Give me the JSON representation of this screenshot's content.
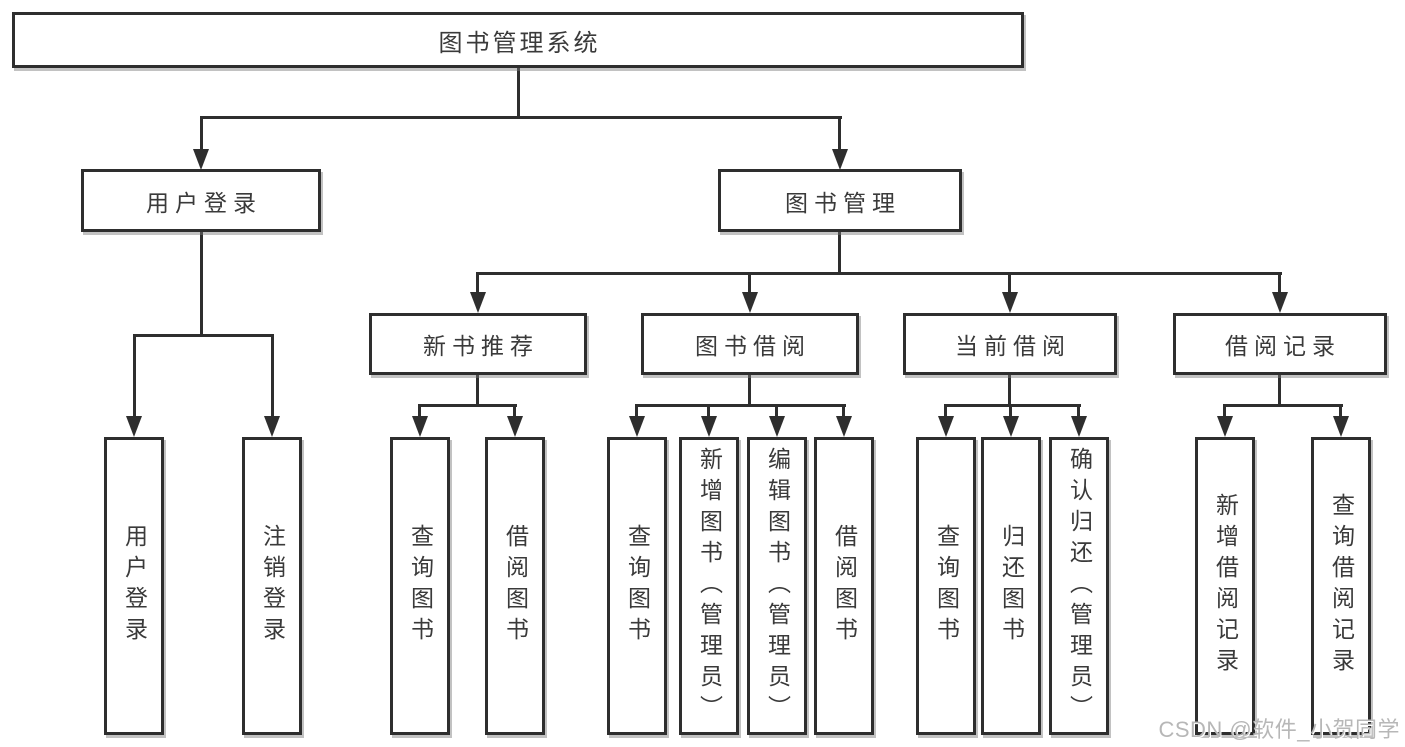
{
  "diagram": {
    "title": "图书管理系统",
    "watermark": "CSDN @软件_小贺同学",
    "colors": {
      "line": "#2e2e2e",
      "text": "#3a3a3a",
      "background": "#ffffff",
      "watermark_text": "#b7b7b7"
    },
    "nodes": {
      "root": {
        "label": "图书管理系统"
      },
      "user_login": {
        "label": "用户登录",
        "children": [
          {
            "label": "用户登录"
          },
          {
            "label": "注销登录"
          }
        ]
      },
      "book_management": {
        "label": "图书管理",
        "children": [
          {
            "label": "新书推荐",
            "children": [
              {
                "label": "查询图书"
              },
              {
                "label": "借阅图书"
              }
            ]
          },
          {
            "label": "图书借阅",
            "children": [
              {
                "label": "查询图书"
              },
              {
                "label": "新增图书（管理员）"
              },
              {
                "label": "编辑图书（管理员）"
              },
              {
                "label": "借阅图书"
              }
            ]
          },
          {
            "label": "当前借阅",
            "children": [
              {
                "label": "查询图书"
              },
              {
                "label": "归还图书"
              },
              {
                "label": "确认归还（管理员）"
              }
            ]
          },
          {
            "label": "借阅记录",
            "children": [
              {
                "label": "新增借阅记录"
              },
              {
                "label": "查询借阅记录"
              }
            ]
          }
        ]
      }
    }
  }
}
